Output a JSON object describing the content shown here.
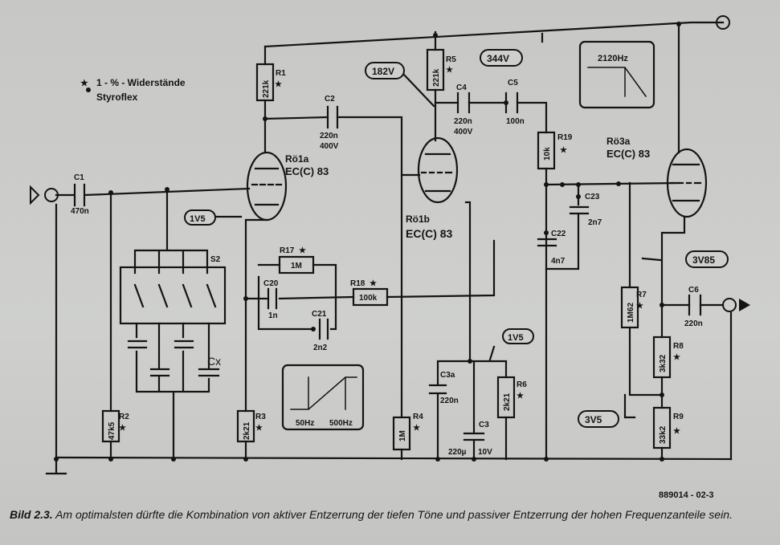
{
  "legend": {
    "resistor_tolerance": "1 - % - Widerstände",
    "styroflex": "Styroflex"
  },
  "tubes": {
    "v1a_name": "Rö1a",
    "v1a_type": "EC(C) 83",
    "v1b_name": "Rö1b",
    "v1b_type": "EC(C) 83",
    "v3a_name": "Rö3a",
    "v3a_type": "EC(C) 83"
  },
  "voltages": {
    "b_plus": "344V",
    "v182": "182V",
    "v1v5_a": "1V5",
    "v1v5_b": "1V5",
    "v3v85": "3V85",
    "v3v5": "3V5"
  },
  "resistors": {
    "r1_name": "R1",
    "r1_val": "221k",
    "r2_name": "R2",
    "r2_val": "47k5",
    "r3_name": "R3",
    "r3_val": "2k21",
    "r4_name": "R4",
    "r4_val": "1M",
    "r5_name": "R5",
    "r5_val": "221k",
    "r6_name": "R6",
    "r6_val": "2k21",
    "r7_name": "R7",
    "r7_val": "1M62",
    "r8_name": "R8",
    "r8_val": "3k32",
    "r9_name": "R9",
    "r9_val": "33k2",
    "r17_name": "R17",
    "r17_val": "1M",
    "r18_name": "R18",
    "r18_val": "100k",
    "r19_name": "R19",
    "r19_val": "10k"
  },
  "capacitors": {
    "c1_name": "C1",
    "c1_val": "470n",
    "c2_name": "C2",
    "c2_val": "220n",
    "c2_volt": "400V",
    "c3_name": "C3",
    "c3_val": "220µ",
    "c3_volt": "10V",
    "c3a_name": "C3a",
    "c3a_val": "220n",
    "c4_name": "C4",
    "c4_val": "220n",
    "c4_volt": "400V",
    "c5_name": "C5",
    "c5_val": "100n",
    "c6_name": "C6",
    "c6_val": "220n",
    "c20_name": "C20",
    "c20_val": "1n",
    "c21_name": "C21",
    "c21_val": "2n2",
    "c22_name": "C22",
    "c22_val": "4n7",
    "c23_name": "C23",
    "c23_val": "2n7",
    "cx_name": "Cx"
  },
  "switch": {
    "name": "S2"
  },
  "inset_low": {
    "f1": "50Hz",
    "f2": "500Hz"
  },
  "inset_high": {
    "f": "2120Hz"
  },
  "figure_number": "889014 - 02-3",
  "caption": {
    "label": "Bild 2.3.",
    "text": "Am optimalsten dürfte die Kombination von aktiver Entzerrung der tiefen Töne und passiver Entzerrung der hohen Frequenzanteile sein."
  },
  "colors": {
    "ink": "#141414",
    "paper": "#cbccca"
  }
}
